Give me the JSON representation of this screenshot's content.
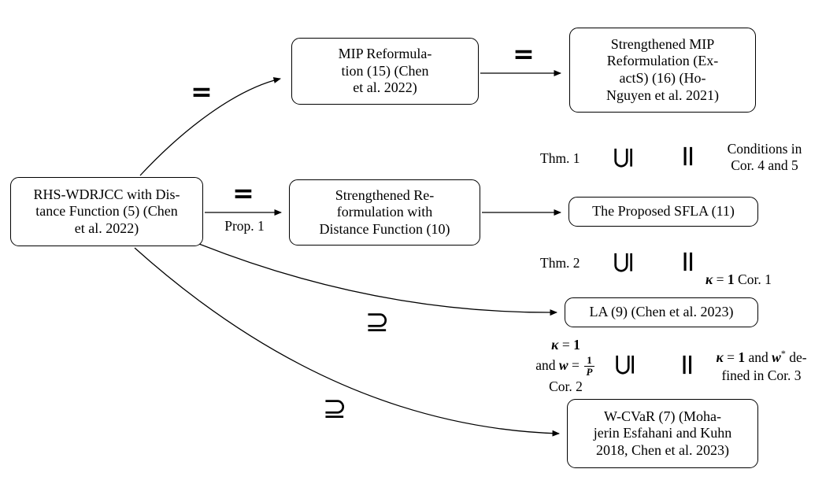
{
  "colors": {
    "ink": "#000000",
    "background": "#ffffff"
  },
  "boxes": {
    "rhs": "RHS-WDRJCC with Dis-\ntance Function (5) (Chen\net al. 2022)",
    "mip": "MIP Reformula-\ntion (15) (Chen\net al. 2022)",
    "smip": "Strengthened MIP\nReformulation (Ex-\nactS) (16) (Ho-\nNguyen et al. 2021)",
    "sref": "Strengthened Re-\nformulation with\nDistance Function (10)",
    "sfla": "The Proposed SFLA (11)",
    "la": "LA (9) (Chen et al. 2023)",
    "wcvar": "W-CVaR (7) (Moha-\njerin Esfahani and Kuhn\n2018, Chen et al. 2023)"
  },
  "edge_labels": {
    "equals_top": "=",
    "equals_mid": "=",
    "equals_mip": "=",
    "prop1": "Prop. 1",
    "superset_la": "⊇",
    "superset_wcvar": "⊇"
  },
  "vertical_symbols": {
    "subset_glyph": "⊆",
    "equals_glyph": "="
  },
  "relations": {
    "row1": {
      "left_label": "Thm. 1",
      "right_label": "Conditions in\nCor. 4 and 5"
    },
    "row2": {
      "left_label": "Thm. 2",
      "kappa": "κ",
      "eq": " = ",
      "one": "1",
      "cor": " Cor. 1"
    },
    "row3_left": {
      "kappa": "κ",
      "eq1": " = ",
      "one": "1",
      "and": "and ",
      "w": "w",
      "eq2": " = ",
      "frac_num": "1",
      "frac_den": "P",
      "cor": "Cor. 2"
    },
    "row3_right": {
      "kappa": "κ",
      "eq": " = ",
      "one": "1",
      "and": " and ",
      "w": "w",
      "star": "*",
      "tail": " de-",
      "line2": "fined in Cor. 3"
    }
  }
}
